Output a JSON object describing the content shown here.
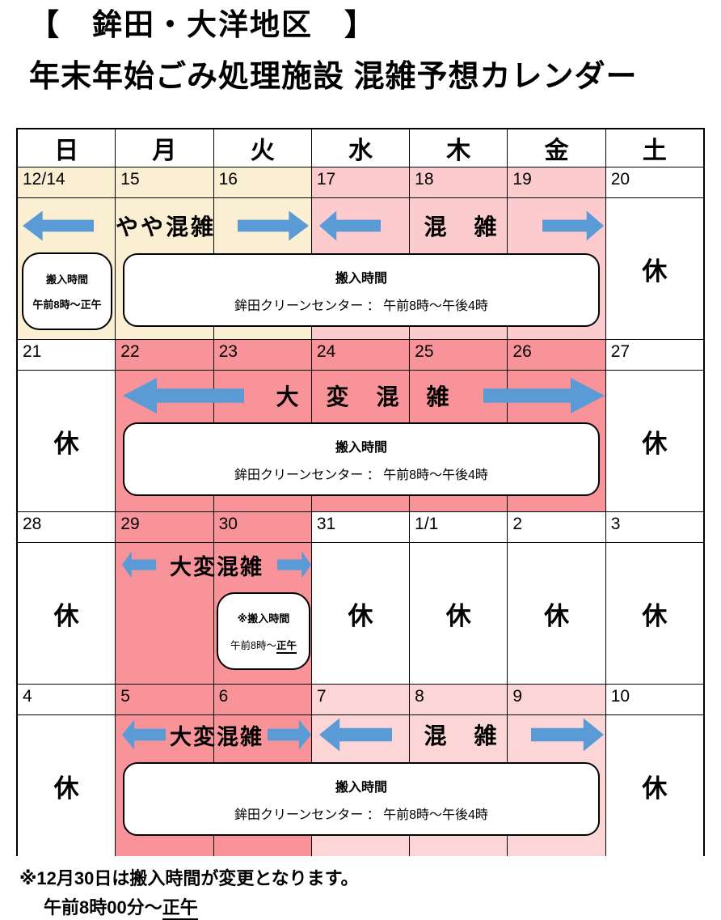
{
  "title": {
    "line1": "【　鉾田・大洋地区　】",
    "line2": "年末年始ごみ処理施設 混雑予想カレンダー"
  },
  "weekdays": [
    "日",
    "月",
    "火",
    "水",
    "木",
    "金",
    "土"
  ],
  "weeks": {
    "w1": {
      "dates": [
        "12/14",
        "15",
        "16",
        "17",
        "18",
        "19",
        "20"
      ]
    },
    "w2": {
      "dates": [
        "21",
        "22",
        "23",
        "24",
        "25",
        "26",
        "27"
      ]
    },
    "w3": {
      "dates": [
        "28",
        "29",
        "30",
        "31",
        "1/1",
        "2",
        "3"
      ]
    },
    "w4": {
      "dates": [
        "4",
        "5",
        "6",
        "7",
        "8",
        "9",
        "10"
      ]
    }
  },
  "labels": {
    "closed": "休",
    "slightly_busy": "やや混雑",
    "busy": "混　雑",
    "very_busy_wide": "大　変　混　雑",
    "very_busy": "大変混雑"
  },
  "hours_box": {
    "title": "搬入時間",
    "detail": "鉾田クリーンセンター ： 午前8時～午後4時"
  },
  "sunday_box": {
    "line1": "搬入時間",
    "line2": "午前8時～正午"
  },
  "note_box": {
    "line1": "※搬入時間",
    "line2_pre": "午前8時～",
    "line2_underlined": "正午"
  },
  "footer": {
    "line1": "※12月30日は搬入時間が変更となります。",
    "line2_pre": "午前8時00分～",
    "line2_underlined": "正午"
  },
  "colors": {
    "slightly_busy_bg": "#FAEED3",
    "busy_bg": "#FBCBCE",
    "busy_light_bg": "#FCD6D6",
    "very_busy_bg": "#F9939A",
    "arrow_blue": "#5B9BD5",
    "border": "#000000"
  }
}
